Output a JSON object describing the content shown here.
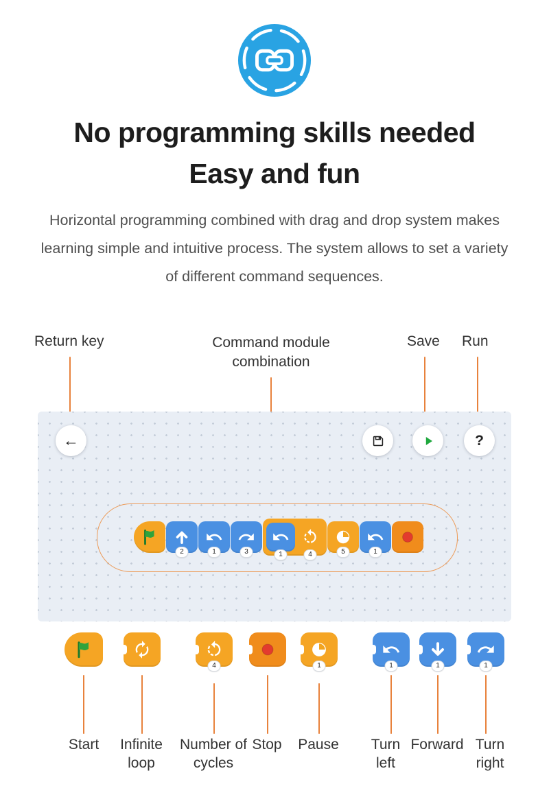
{
  "colors": {
    "logo_blue": "#29a3e3",
    "accent_orange": "#e8823c",
    "block_yellow": "#f5a524",
    "block_blue": "#4a90e2",
    "flag_green": "#2fa33c",
    "stop_red": "#e33b2e",
    "canvas_bg": "#e9eef5"
  },
  "heading": {
    "line1": "No programming skills needed",
    "line2": "Easy and fun"
  },
  "intro": {
    "text": "Horizontal programming combined with drag and drop system makes learning simple and intuitive process. The system allows to set a variety of different command sequences."
  },
  "callouts": {
    "return_key": "Return key",
    "command_module": "Command module combination",
    "save": "Save",
    "run": "Run"
  },
  "toolbar": {
    "back_icon": "←",
    "help_text": "?"
  },
  "sequence": [
    {
      "name": "start"
    },
    {
      "name": "forward",
      "badge": "2"
    },
    {
      "name": "turn-left",
      "badge": "1"
    },
    {
      "name": "turn-right",
      "badge": "3"
    },
    {
      "name": "loop-turn-left",
      "badge": "1"
    },
    {
      "name": "number-of-cycles",
      "badge": "4"
    },
    {
      "name": "pause",
      "badge": "5"
    },
    {
      "name": "turn-left",
      "badge": "1"
    },
    {
      "name": "stop"
    }
  ],
  "palette": [
    {
      "label": "Start"
    },
    {
      "label": "Infinite loop"
    },
    {
      "label": "Number of cycles",
      "badge": "4"
    },
    {
      "label": "Stop"
    },
    {
      "label": "Pause",
      "badge": "1"
    },
    {
      "label": "Turn left",
      "badge": "1"
    },
    {
      "label": "Forward",
      "badge": "1"
    },
    {
      "label": "Turn right",
      "badge": "1"
    }
  ]
}
